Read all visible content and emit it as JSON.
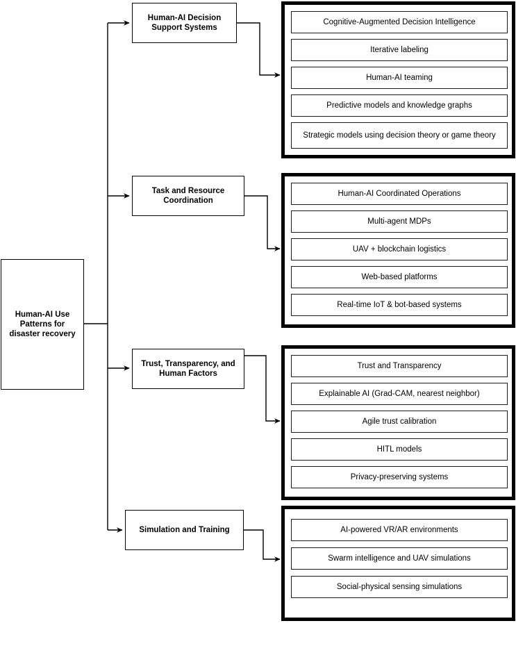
{
  "diagram": {
    "title_node": {
      "label": "Human-AI Use Patterns for disaster recovery"
    },
    "categories": [
      {
        "id": "decision-support",
        "label": "Human-AI Decision Support Systems",
        "items": [
          "Cognitive-Augmented Decision Intelligence",
          "Iterative labeling",
          "Human-AI teaming",
          "Predictive models and knowledge graphs",
          "Strategic models using decision theory or game theory"
        ]
      },
      {
        "id": "task-resource-coordination",
        "label": "Task and Resource Coordination",
        "items": [
          "Human-AI Coordinated Operations",
          "Multi-agent MDPs",
          "UAV + blockchain logistics",
          "Web-based platforms",
          "Real-time IoT & bot-based systems"
        ]
      },
      {
        "id": "trust-transparency-human-factors",
        "label": "Trust, Transparency, and Human Factors",
        "items": [
          "Trust and Transparency",
          "Explainable AI (Grad-CAM, nearest neighbor)",
          "Agile trust calibration",
          "HITL models",
          "Privacy-preserving systems"
        ]
      },
      {
        "id": "simulation-training",
        "label": "Simulation and Training",
        "items": [
          "AI-powered VR/AR environments",
          "Swarm intelligence and UAV simulations",
          "Social-physical sensing simulations"
        ]
      }
    ],
    "colors": {
      "background": "#ffffff",
      "stroke": "#000000",
      "group_border": "#000000",
      "item_border": "#1a1a1a",
      "text": "#000000"
    }
  }
}
